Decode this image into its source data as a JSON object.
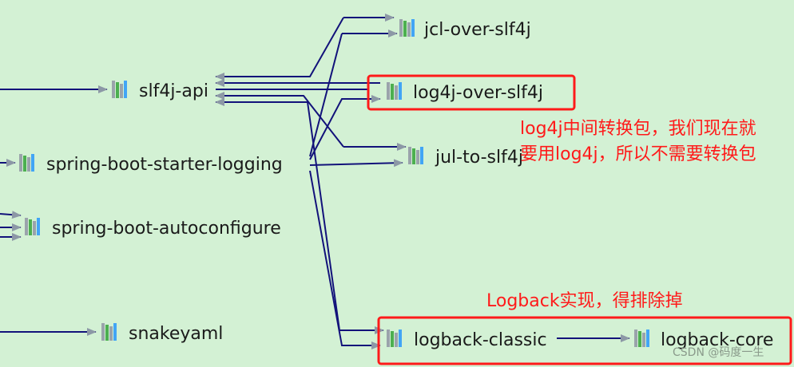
{
  "nodes": {
    "jcl_over_slf4j": "jcl-over-slf4j",
    "slf4j_api": "slf4j-api",
    "log4j_over_slf4j": "log4j-over-slf4j",
    "spring_boot_starter_logging": "spring-boot-starter-logging",
    "jul_to_slf4j": "jul-to-slf4j",
    "spring_boot_autoconfigure": "spring-boot-autoconfigure",
    "snakeyaml": "snakeyaml",
    "logback_classic": "logback-classic",
    "logback_core": "logback-core"
  },
  "annotations": {
    "log4j_line1": "log4j中间转换包，我们现在就",
    "log4j_line2": "要用log4j，所以不需要转换包",
    "logback": "Logback实现，得排除掉"
  },
  "watermark": "CSDN @码度一生",
  "colors": {
    "background": "#d3f1d4",
    "edge": "#12127a",
    "highlight": "#ff1a1a",
    "arrowhead": "#8c98a6"
  }
}
